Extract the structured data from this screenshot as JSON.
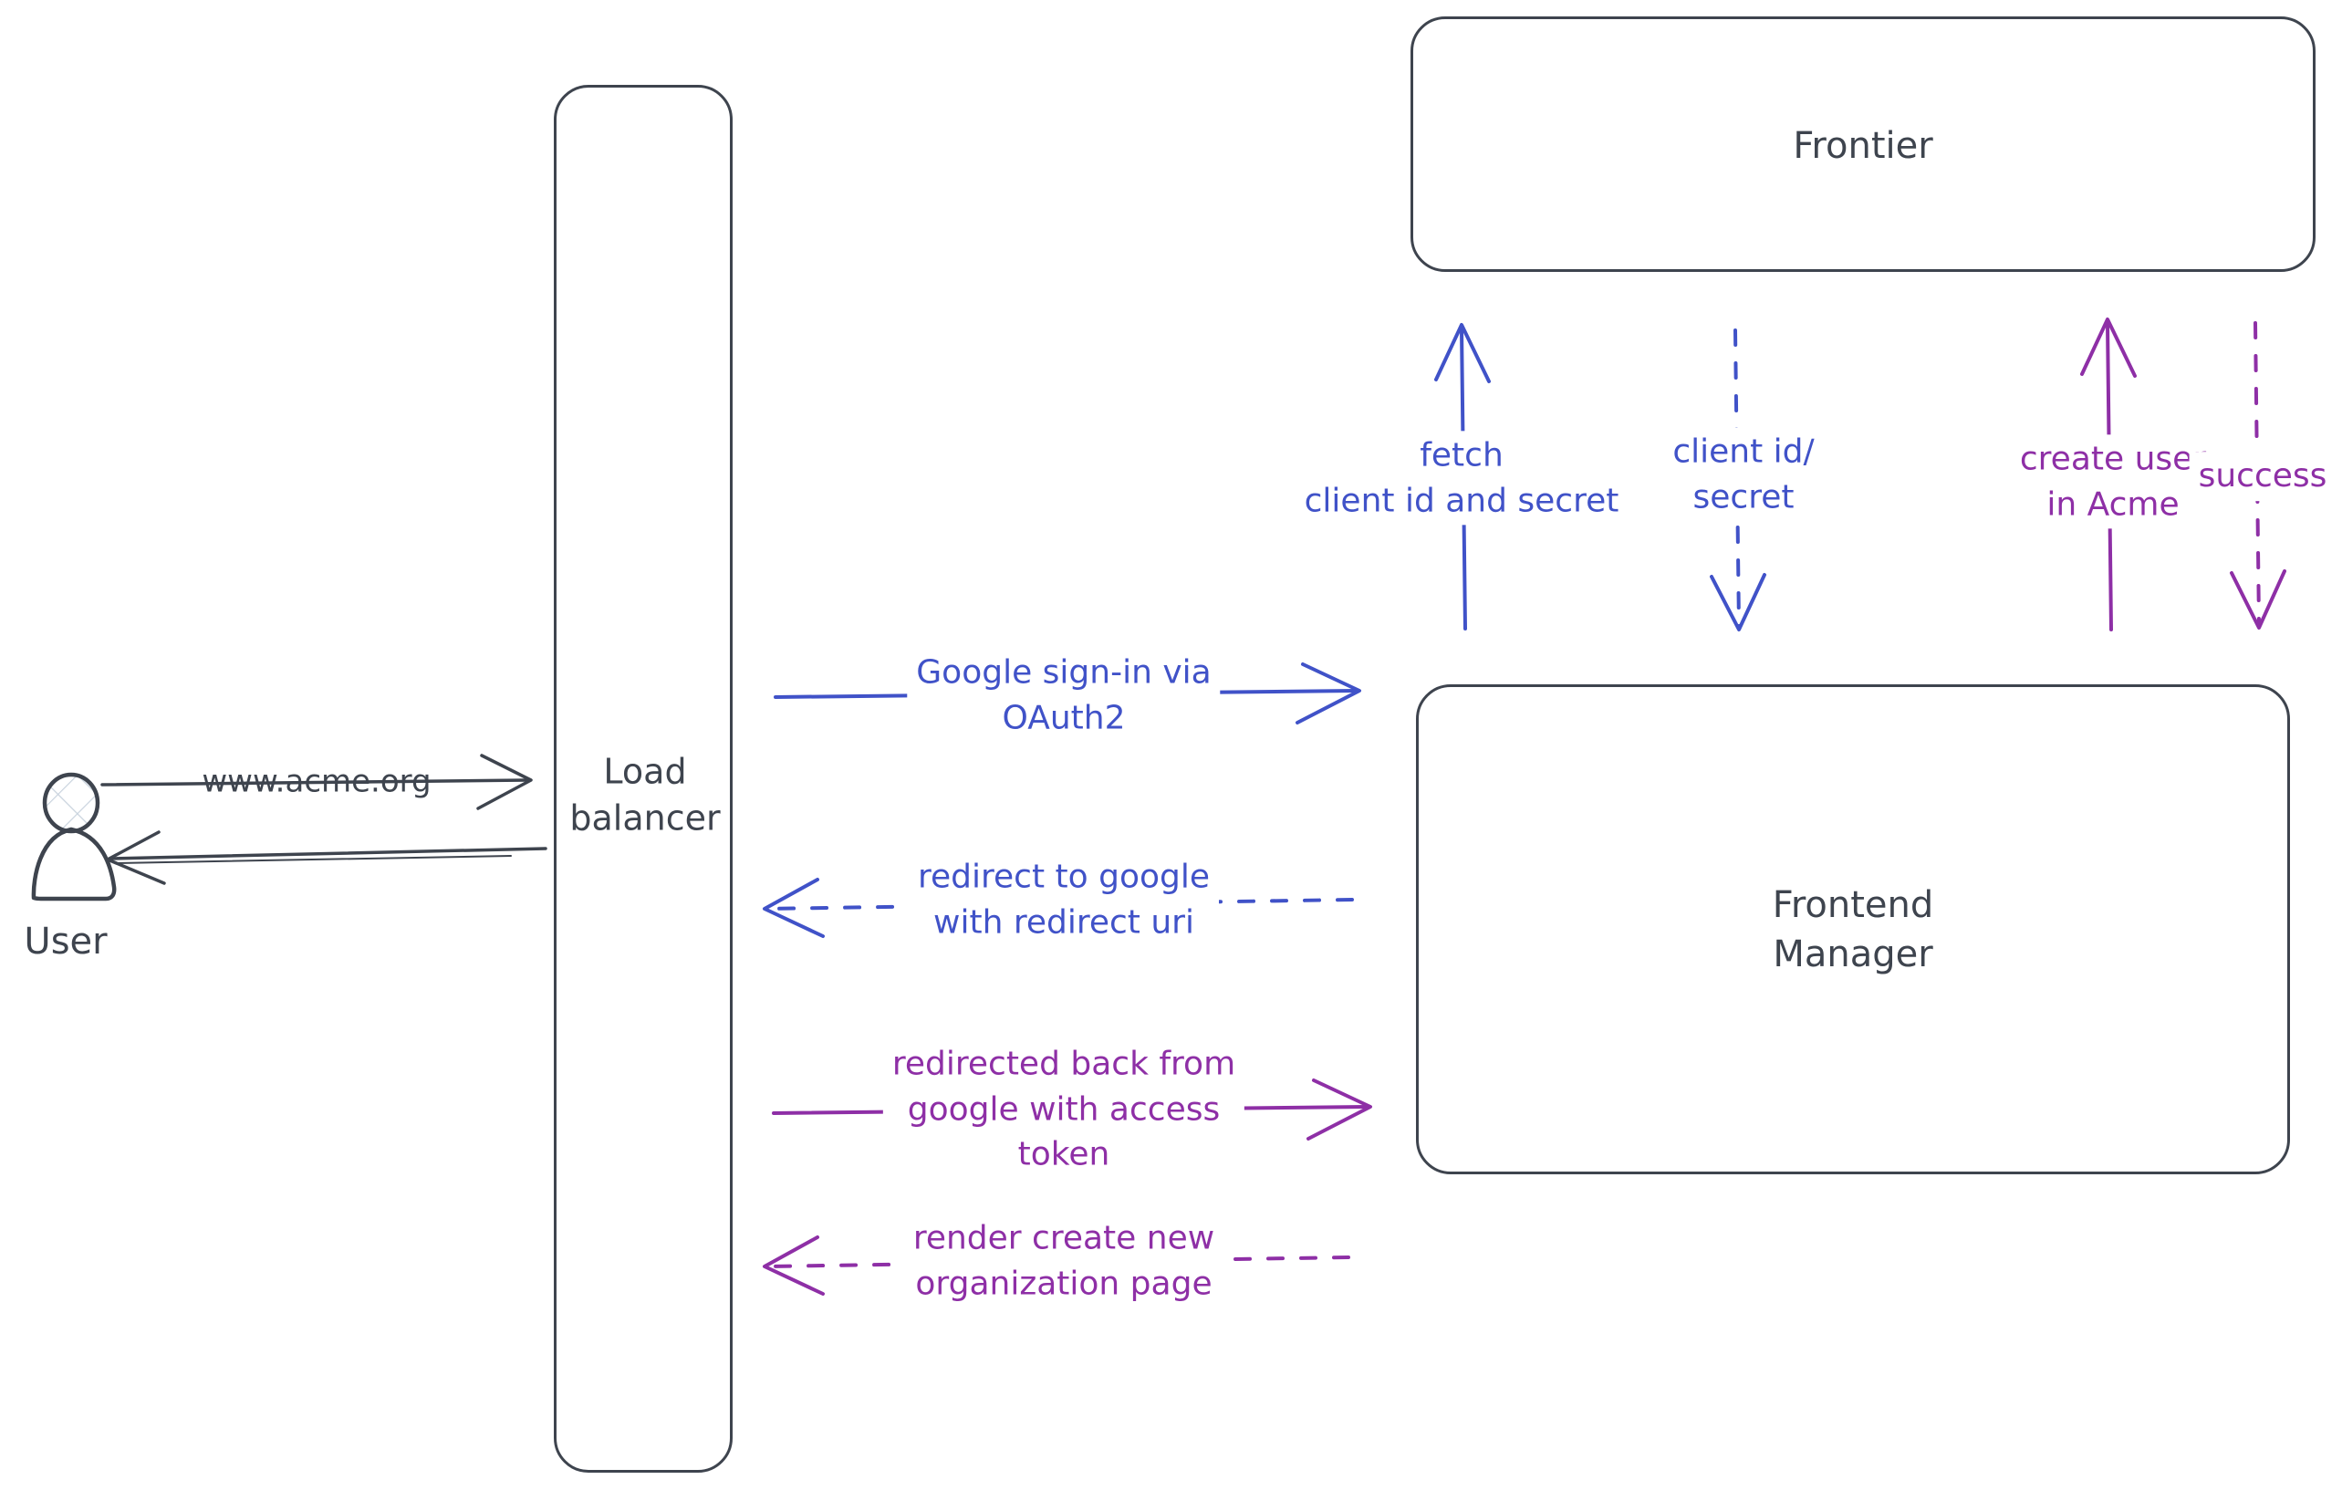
{
  "colors": {
    "stroke_dark": "#3e444e",
    "flow_blue": "#4052c8",
    "flow_purple": "#8e2fa6",
    "actor_hatch": "#c9d3de",
    "background": "#ffffff"
  },
  "nodes": {
    "user": {
      "label": "User"
    },
    "load_balancer": {
      "label": "Load\nbalancer"
    },
    "frontier": {
      "label": "Frontier"
    },
    "frontend_manager": {
      "label": "Frontend\nManager"
    }
  },
  "flows": {
    "www_acme": {
      "label": "www.acme.org",
      "style": "solid",
      "color": "dark",
      "from": "user",
      "to": "load_balancer"
    },
    "return_to_user": {
      "label": "",
      "style": "solid",
      "color": "dark",
      "from": "load_balancer",
      "to": "user"
    },
    "google_signin": {
      "label": "Google sign-in via\nOAuth2",
      "style": "solid",
      "color": "blue",
      "from": "load_balancer",
      "to": "frontend_manager"
    },
    "redirect_google": {
      "label": "redirect to google\nwith redirect uri",
      "style": "dashed",
      "color": "blue",
      "from": "frontend_manager",
      "to": "load_balancer"
    },
    "fetch_client": {
      "label": "fetch\nclient id and secret",
      "style": "solid",
      "color": "blue",
      "from": "frontend_manager",
      "to": "frontier"
    },
    "client_id_secret": {
      "label": "client id/\nsecret",
      "style": "dashed",
      "color": "blue",
      "from": "frontier",
      "to": "frontend_manager"
    },
    "create_user": {
      "label": "create user\nin Acme",
      "style": "solid",
      "color": "purple",
      "from": "frontend_manager",
      "to": "frontier"
    },
    "success": {
      "label": "success",
      "style": "dashed",
      "color": "purple",
      "from": "frontier",
      "to": "frontend_manager"
    },
    "redirected_back": {
      "label": "redirected back from\ngoogle with access\ntoken",
      "style": "solid",
      "color": "purple",
      "from": "load_balancer",
      "to": "frontend_manager"
    },
    "render_create": {
      "label": "render create new\norganization page",
      "style": "dashed",
      "color": "purple",
      "from": "frontend_manager",
      "to": "load_balancer"
    }
  }
}
